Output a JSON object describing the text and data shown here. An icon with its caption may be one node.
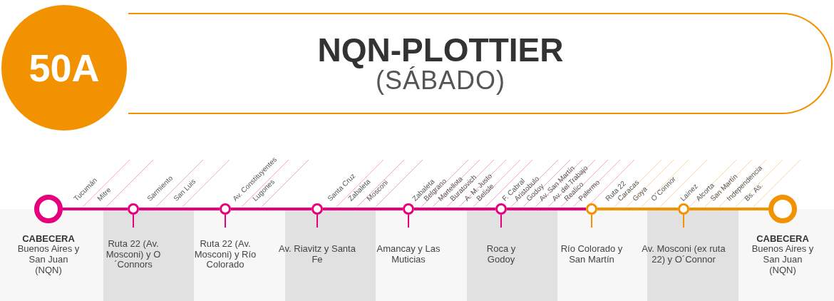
{
  "diagram": {
    "nodes": [
      {
        "text": [
          "50A"
        ]
      },
      {
        "text": [
          "NQN-PLOTTIER",
          "(SÁBADO)"
        ]
      },
      {
        "text": [],
        "shape": "circle",
        "beside": [
          "CABECERA",
          "Buenos Aires y San Juan (NQN)"
        ]
      },
      {
        "text": [],
        "shape": "circle",
        "beside": [
          "Ruta 22 (Av. Mosconi) y O´Connors"
        ]
      },
      {
        "text": [],
        "shape": "circle",
        "beside": [
          "Ruta 22 (Av. Mosconi) y Río Colorado"
        ]
      },
      {
        "text": [],
        "shape": "circle",
        "beside": [
          "Av. Riavitz y Santa Fe"
        ]
      },
      {
        "text": [],
        "shape": "circle",
        "beside": [
          "Amancay y Las Muticias"
        ]
      },
      {
        "text": [],
        "shape": "circle",
        "beside": [
          "Roca y Godoy"
        ]
      },
      {
        "text": [],
        "shape": "circle",
        "beside": [
          "Río Colorado y San Martín"
        ]
      },
      {
        "text": [],
        "shape": "circle",
        "beside": [
          "Av. Mosconi (ex ruta 22) y O´Connor"
        ]
      },
      {
        "text": [],
        "shape": "circle",
        "beside": [
          "CABECERA",
          "Buenos Aires y San Juan (NQN)"
        ]
      }
    ],
    "edges": [
      {
        "from": 2,
        "to": 3,
        "arrow": "none"
      },
      {
        "from": 3,
        "to": 4,
        "arrow": "none"
      },
      {
        "from": 4,
        "to": 5,
        "arrow": "none"
      },
      {
        "from": 5,
        "to": 6,
        "arrow": "none"
      },
      {
        "from": 6,
        "to": 7,
        "arrow": "none"
      },
      {
        "from": 7,
        "to": 8,
        "arrow": "none"
      },
      {
        "from": 8,
        "to": 9,
        "arrow": "none",
        "color": "#f39200"
      },
      {
        "from": 9,
        "to": 10,
        "arrow": "none",
        "color": "#f39200"
      }
    ],
    "labels": [
      "Tucumán",
      "Mitre",
      "Sarmiento",
      "San Luis",
      "Av. Constituyentes",
      "Lugones",
      "Santa Cruz",
      "Zabaleta",
      "Mosconi",
      "Zabaleta",
      "Belgrano",
      "Martellota",
      "Buratovich",
      "A. M. Justo",
      "Belisle",
      "F. Cabral",
      "Aristobulo",
      "Godoy",
      "Av. San Martín",
      "Av. del Trabajo",
      "Realico",
      "Palermo",
      "Ruta 22",
      "Caracas",
      "Goya",
      "O´Connor",
      "Lainez",
      "Alcorta",
      "San Martín",
      "Independencia",
      "Bs. As."
    ]
  }
}
